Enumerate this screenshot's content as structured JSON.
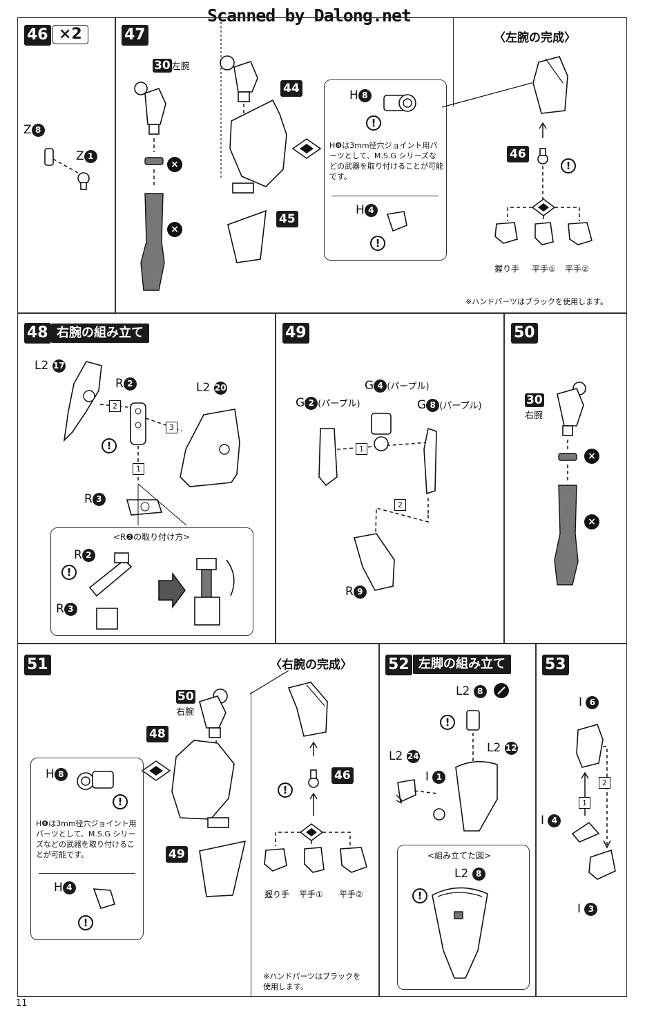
{
  "watermark": "Scanned by Dalong.net",
  "page_number": "11",
  "hand_note": "※ハンドパーツはブラックを使用します。",
  "hand_note_b": "※ハンドパーツはブラックを\n使用します。",
  "hands": {
    "grip": "握り手",
    "flat1": "平手①",
    "flat2": "平手②"
  },
  "h8_note": "H❽は3mm径穴ジョイント用パーツとして、M.S.G シリーズなどの武器を取り付けることが可能です。",
  "steps": {
    "s46": {
      "num": "46",
      "mult": "×2",
      "p1": "Z",
      "p1n": "8",
      "p2": "Z",
      "p2n": "1"
    },
    "s47": {
      "num": "47",
      "arm_no": "30",
      "arm_label": "左腕",
      "ref44": "44",
      "ref45": "45",
      "h8": "H",
      "h8n": "8",
      "h4": "H",
      "h4n": "4"
    },
    "left_complete": {
      "title": "〈左腕の完成〉",
      "ref46": "46"
    },
    "s48": {
      "num": "48",
      "title": "右腕の組み立て",
      "l2a": "L2",
      "l2an": "17",
      "r2": "R",
      "r2n": "2",
      "l2b": "L2",
      "l2bn": "20",
      "r3": "R",
      "r3n": "3",
      "sub_title": "<R❷の取り付け方>",
      "sub_r2": "R",
      "sub_r2n": "2",
      "sub_r3": "R",
      "sub_r3n": "3",
      "t1": "1",
      "t2": "2",
      "t3": "3"
    },
    "s49": {
      "num": "49",
      "g4": "G",
      "g4n": "4",
      "g4c": "(パープル)",
      "g2": "G",
      "g2n": "2",
      "g2c": "(パープル)",
      "g8": "G",
      "g8n": "8",
      "g8c": "(パープル)",
      "r9": "R",
      "r9n": "9",
      "t1": "1",
      "t2": "2"
    },
    "s50": {
      "num": "50",
      "arm_no": "30",
      "arm_label": "右腕"
    },
    "s51": {
      "num": "51",
      "arm_no": "50",
      "arm_label": "右腕",
      "ref48": "48",
      "ref49": "49",
      "h8": "H",
      "h8n": "8",
      "h4": "H",
      "h4n": "4"
    },
    "right_complete": {
      "title": "〈右腕の完成〉",
      "ref46": "46"
    },
    "s52": {
      "num": "52",
      "title": "左脚の組み立て",
      "l2a": "L2",
      "l2an": "8",
      "l2b": "L2",
      "l2bn": "12",
      "l2c": "L2",
      "l2cn": "24",
      "i1": "I",
      "i1n": "1",
      "sub_title": "<組み立てた図>",
      "sub_l2": "L2",
      "sub_l2n": "8"
    },
    "s53": {
      "num": "53",
      "i6": "I",
      "i6n": "6",
      "i4": "I",
      "i4n": "4",
      "i3": "I",
      "i3n": "3",
      "t1": "1",
      "t2": "2"
    }
  },
  "colors": {
    "ink": "#1a1a1a",
    "paper": "#ffffff",
    "shade": "#777777"
  }
}
